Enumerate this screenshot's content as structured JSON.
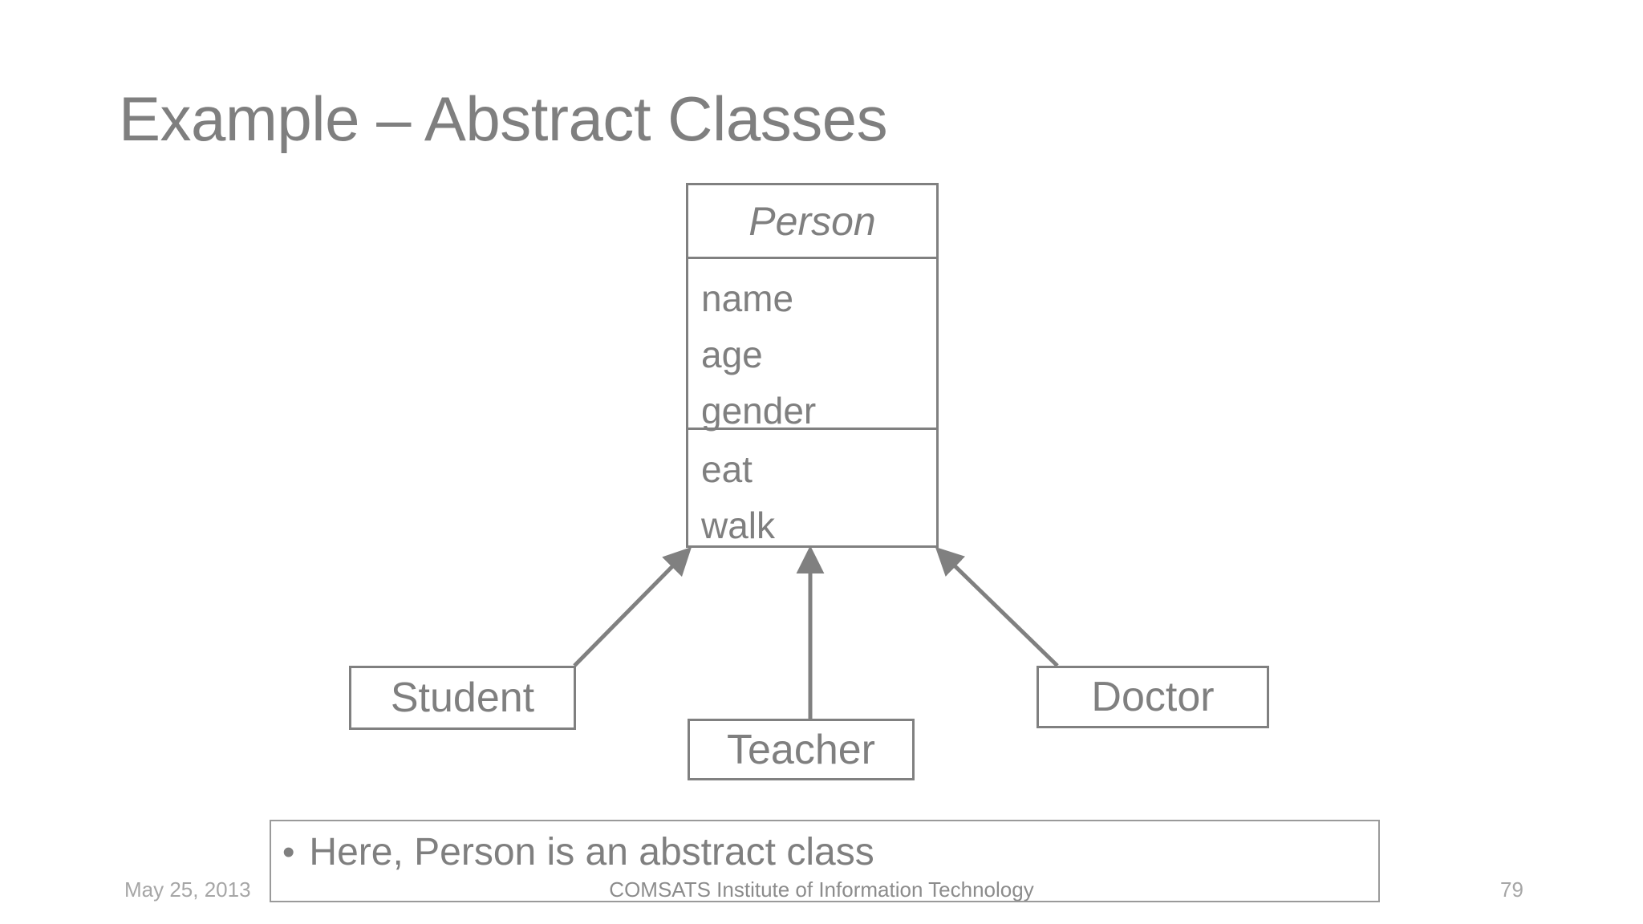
{
  "slide": {
    "title": "Example – Abstract Classes",
    "background_color": "#ffffff",
    "line_color": "#808080",
    "text_color": "#7f7f7f"
  },
  "diagram": {
    "type": "uml-class-diagram",
    "classes": [
      {
        "id": "person",
        "name": "Person",
        "abstract": true,
        "style": "italic",
        "attributes": [
          "name",
          "age",
          "gender"
        ],
        "methods": [
          "eat",
          "walk"
        ]
      },
      {
        "id": "student",
        "name": "Student",
        "abstract": false
      },
      {
        "id": "teacher",
        "name": "Teacher",
        "abstract": false
      },
      {
        "id": "doctor",
        "name": "Doctor",
        "abstract": false
      }
    ],
    "relationships": [
      {
        "from": "Student",
        "to": "Person",
        "type": "generalization"
      },
      {
        "from": "Teacher",
        "to": "Person",
        "type": "generalization"
      },
      {
        "from": "Doctor",
        "to": "Person",
        "type": "generalization"
      }
    ]
  },
  "body": {
    "bullet_mark": "•",
    "bullet_text": "Here, Person is an abstract class"
  },
  "footer": {
    "date": "May 25, 2013",
    "organization": "COMSATS Institute of Information Technology",
    "page_number": "79"
  }
}
